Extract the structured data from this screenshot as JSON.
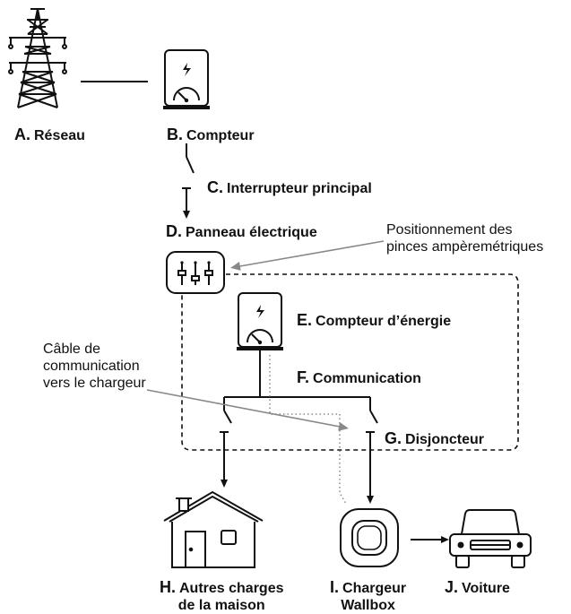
{
  "labels": {
    "a": {
      "letter": "A.",
      "name": "Réseau"
    },
    "b": {
      "letter": "B.",
      "name": "Compteur"
    },
    "c": {
      "letter": "C.",
      "name": "Interrupteur principal"
    },
    "d": {
      "letter": "D.",
      "name": "Panneau électrique"
    },
    "e": {
      "letter": "E.",
      "name": "Compteur d’énergie"
    },
    "f": {
      "letter": "F.",
      "name": "Communication"
    },
    "g": {
      "letter": "G.",
      "name": "Disjoncteur"
    },
    "h": {
      "letter": "H.",
      "name_line1": "Autres charges",
      "name_line2": "de la maison"
    },
    "i": {
      "letter": "I.",
      "name_line1": "Chargeur",
      "name_line2": "Wallbox"
    },
    "j": {
      "letter": "J.",
      "name": "Voiture"
    }
  },
  "notes": {
    "clamps": {
      "line1": "Positionnement des",
      "line2": "pinces ampèremétriques"
    },
    "cable": {
      "line1": "Câble de",
      "line2": "communication",
      "line3": "vers le chargeur"
    }
  },
  "icons": [
    "pylon-icon",
    "meter-icon",
    "panel-icon",
    "energy-meter-icon",
    "house-icon",
    "wallbox-icon",
    "car-icon"
  ]
}
